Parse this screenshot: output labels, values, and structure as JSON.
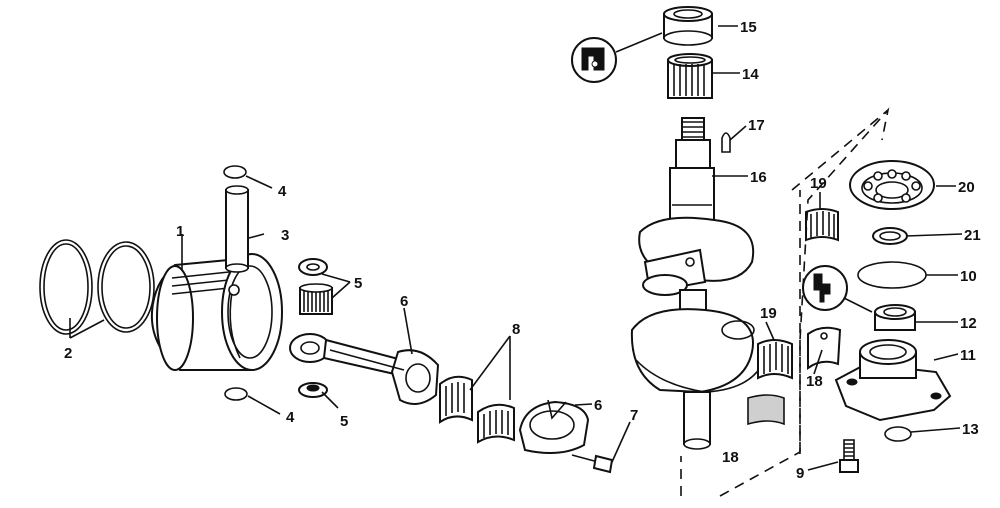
{
  "labels": {
    "l1": "1",
    "l2": "2",
    "l3": "3",
    "l4a": "4",
    "l4b": "4",
    "l5a": "5",
    "l5b": "5",
    "l6a": "6",
    "l6b": "6",
    "l7": "7",
    "l8": "8",
    "l9": "9",
    "l10": "10",
    "l11": "11",
    "l12": "12",
    "l13": "13",
    "l14": "14",
    "l15": "15",
    "l16": "16",
    "l17": "17",
    "l18a": "18",
    "l18b": "18",
    "l19a": "19",
    "l19b": "19",
    "l20": "20",
    "l21": "21"
  }
}
